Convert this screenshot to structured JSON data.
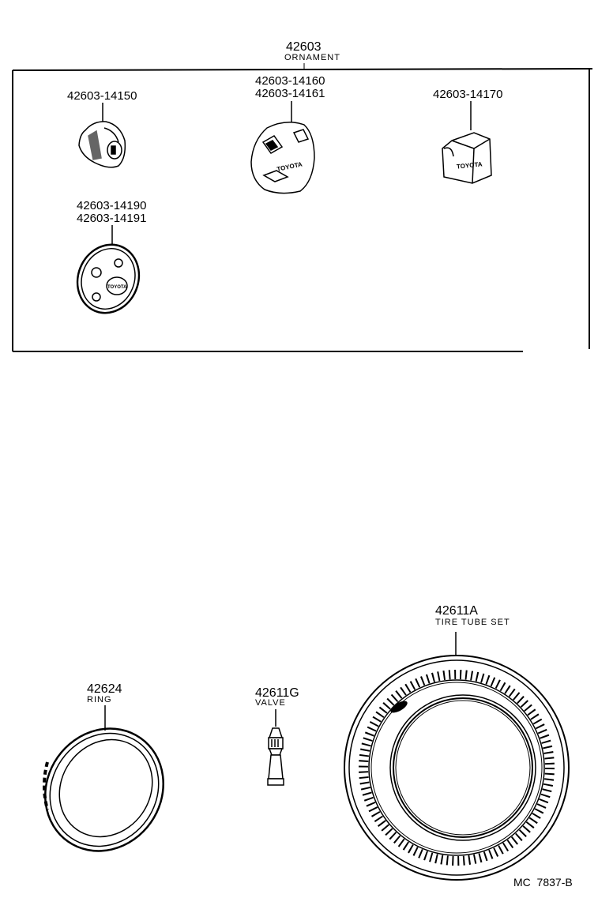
{
  "diagram": {
    "group": {
      "part_number": "42603",
      "name": "ORNAMENT",
      "items": [
        {
          "part_numbers": [
            "42603-14150"
          ]
        },
        {
          "part_numbers": [
            "42603-14160",
            "42603-14161"
          ],
          "emblem": "TOYOTA"
        },
        {
          "part_numbers": [
            "42603-14170"
          ],
          "emblem": "TOYOTA"
        },
        {
          "part_numbers": [
            "42603-14190",
            "42603-14191"
          ],
          "emblem": "TOYOTA"
        }
      ]
    },
    "parts": [
      {
        "part_number": "42624",
        "name": "RING"
      },
      {
        "part_number": "42611G",
        "name": "VALVE"
      },
      {
        "part_number": "42611A",
        "name": "TIRE TUBE SET"
      }
    ],
    "figure_code": "MC  7837-B",
    "colors": {
      "ink": "#000000",
      "paper": "#ffffff"
    }
  }
}
